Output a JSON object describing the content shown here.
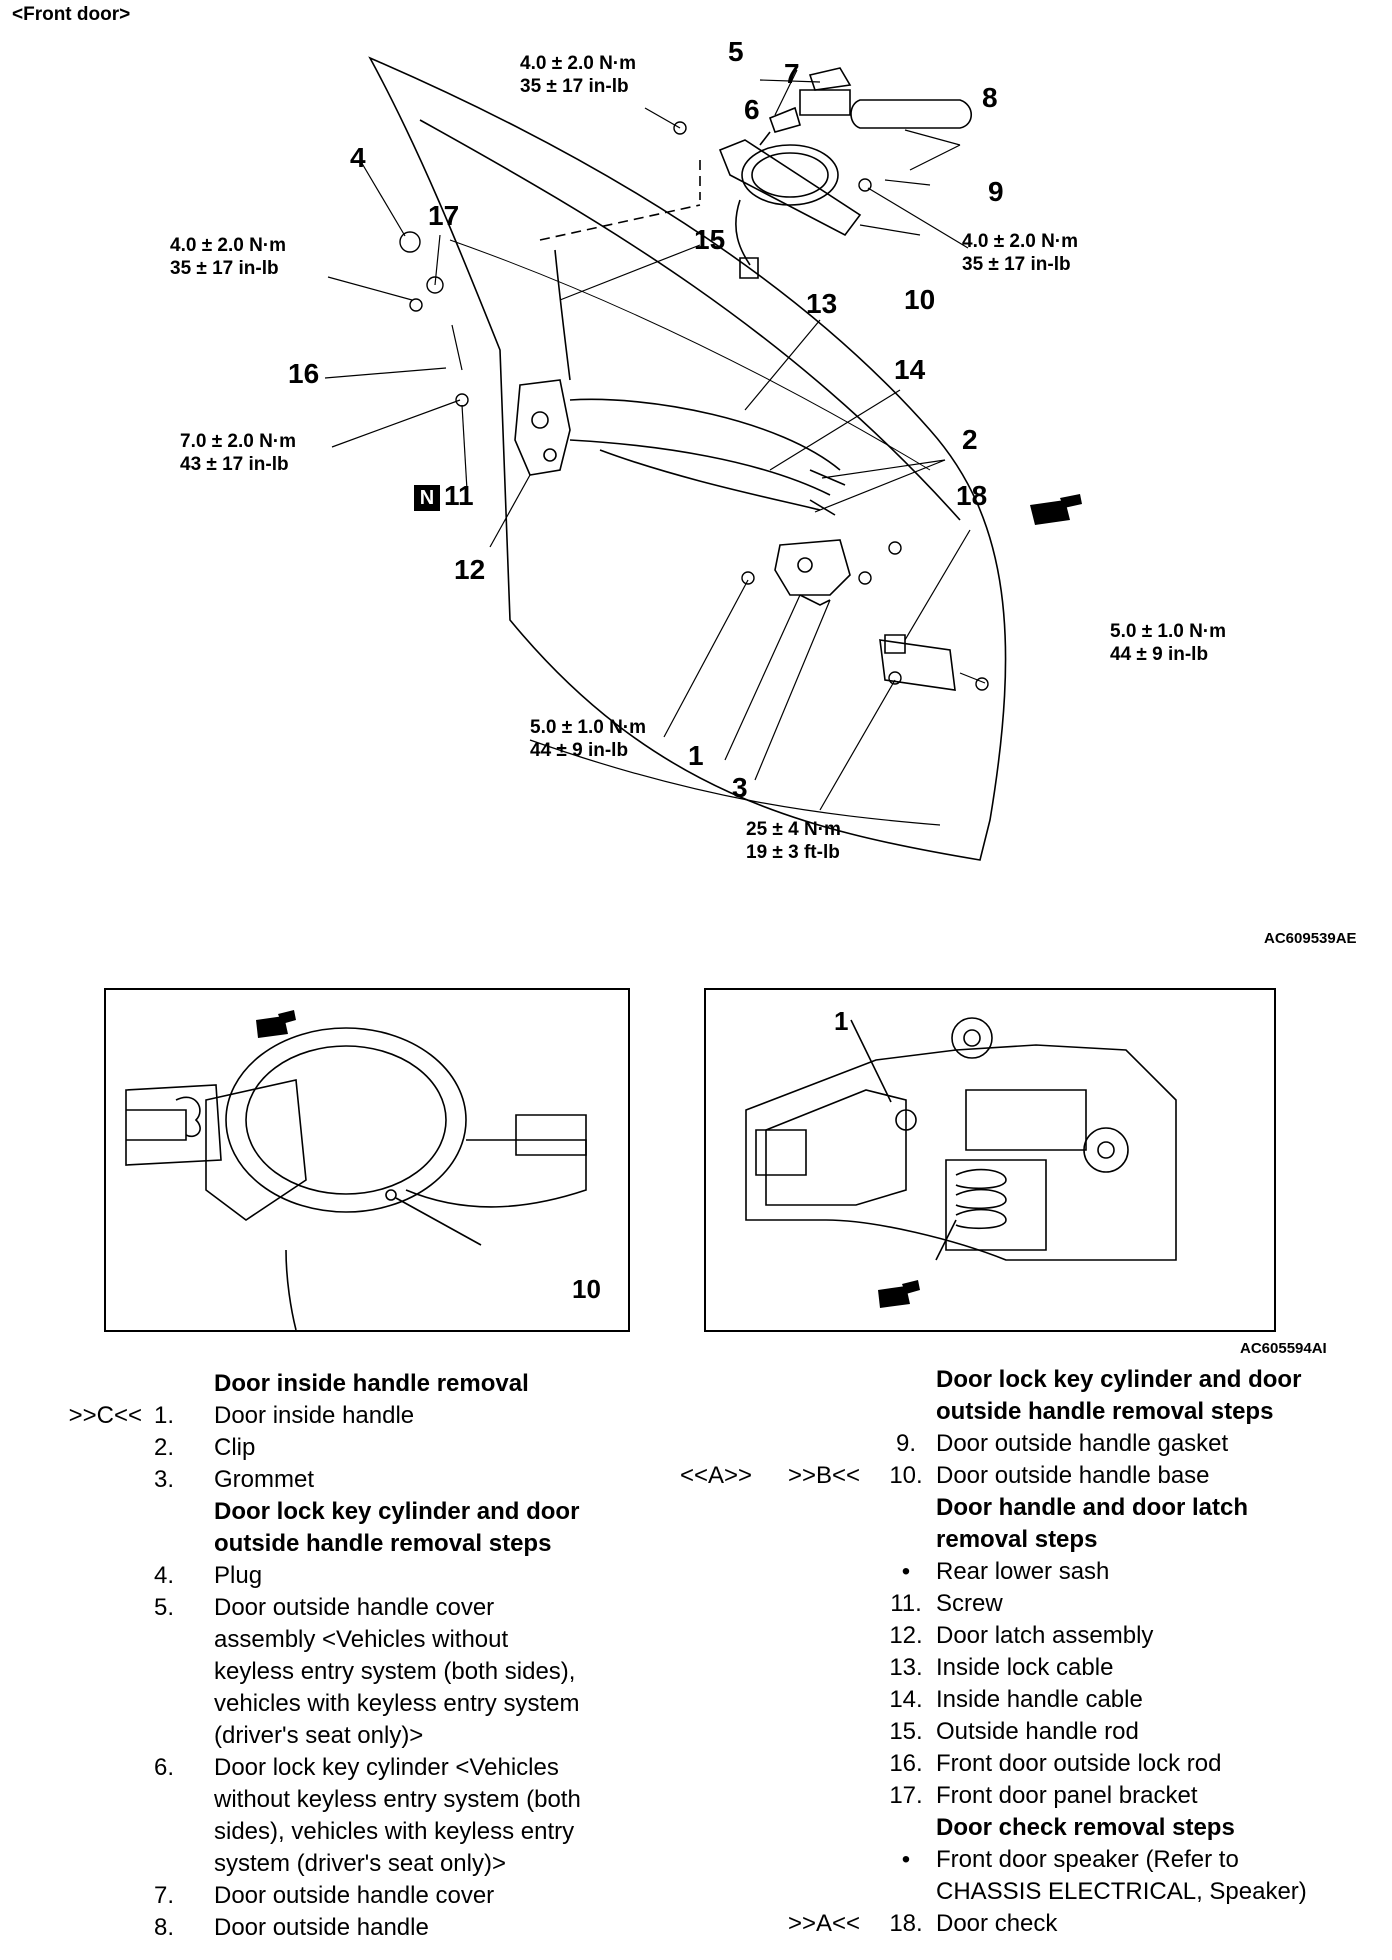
{
  "header": {
    "title": "<Front door>"
  },
  "main_diagram": {
    "code": "AC609539AE",
    "callouts": [
      "1",
      "2",
      "3",
      "4",
      "5",
      "6",
      "7",
      "8",
      "9",
      "10",
      "11",
      "12",
      "13",
      "14",
      "15",
      "16",
      "17",
      "18"
    ],
    "torques": {
      "t6_top": {
        "nm": "4.0 ± 2.0 N·m",
        "imp": "35 ± 17 in-lb"
      },
      "t10": {
        "nm": "4.0 ± 2.0 N·m",
        "imp": "35 ± 17 in-lb"
      },
      "t16": {
        "nm": "4.0 ± 2.0 N·m",
        "imp": "35 ± 17 in-lb"
      },
      "t11": {
        "nm": "7.0 ± 2.0 N·m",
        "imp": "43 ± 17 in-lb"
      },
      "t1": {
        "nm": "5.0 ± 1.0 N·m",
        "imp": "44 ± 9 in-lb"
      },
      "t18": {
        "nm": "5.0 ± 1.0 N·m",
        "imp": "44 ± 9 in-lb"
      },
      "t3": {
        "nm": "25 ± 4 N·m",
        "imp": "19 ± 3 ft-lb"
      }
    },
    "n_badge": "N"
  },
  "insets": {
    "code": "AC605594AI",
    "left_callout": "10",
    "right_callout": "1"
  },
  "legend_left": [
    {
      "mark": "",
      "no": "",
      "text": "Door inside handle removal",
      "bold": true
    },
    {
      "mark": ">>C<<",
      "no": "1.",
      "text": "Door inside handle"
    },
    {
      "mark": "",
      "no": "2.",
      "text": "Clip"
    },
    {
      "mark": "",
      "no": "3.",
      "text": "Grommet"
    },
    {
      "mark": "",
      "no": "",
      "text": "Door lock key cylinder and door",
      "bold": true
    },
    {
      "mark": "",
      "no": "",
      "text": "outside handle removal steps",
      "bold": true
    },
    {
      "mark": "",
      "no": "4.",
      "text": "Plug"
    },
    {
      "mark": "",
      "no": "5.",
      "text": "Door outside handle cover"
    },
    {
      "mark": "",
      "no": "",
      "text": "assembly <Vehicles without"
    },
    {
      "mark": "",
      "no": "",
      "text": "keyless entry system (both sides),"
    },
    {
      "mark": "",
      "no": "",
      "text": "vehicles with keyless entry system"
    },
    {
      "mark": "",
      "no": "",
      "text": "(driver's seat only)>"
    },
    {
      "mark": "",
      "no": "6.",
      "text": "Door lock key cylinder <Vehicles"
    },
    {
      "mark": "",
      "no": "",
      "text": "without keyless entry system (both"
    },
    {
      "mark": "",
      "no": "",
      "text": "sides), vehicles with keyless entry"
    },
    {
      "mark": "",
      "no": "",
      "text": "system (driver's seat only)>"
    },
    {
      "mark": "",
      "no": "7.",
      "text": "Door outside handle cover"
    },
    {
      "mark": "",
      "no": "8.",
      "text": "Door outside handle"
    }
  ],
  "legend_right": [
    {
      "mark1": "",
      "mark2": "",
      "no": "",
      "text": "Door lock key cylinder and door",
      "bold": true
    },
    {
      "mark1": "",
      "mark2": "",
      "no": "",
      "text": "outside handle removal steps",
      "bold": true
    },
    {
      "mark1": "",
      "mark2": "",
      "no": "9.",
      "text": "Door outside handle gasket"
    },
    {
      "mark1": "<<A>>",
      "mark2": ">>B<<",
      "no": "10.",
      "text": "Door outside handle base"
    },
    {
      "mark1": "",
      "mark2": "",
      "no": "",
      "text": "Door handle and door latch",
      "bold": true
    },
    {
      "mark1": "",
      "mark2": "",
      "no": "",
      "text": "removal steps",
      "bold": true
    },
    {
      "mark1": "",
      "mark2": "",
      "no": "•",
      "text": "Rear lower sash"
    },
    {
      "mark1": "",
      "mark2": "",
      "no": "11.",
      "text": "Screw"
    },
    {
      "mark1": "",
      "mark2": "",
      "no": "12.",
      "text": "Door latch assembly"
    },
    {
      "mark1": "",
      "mark2": "",
      "no": "13.",
      "text": "Inside lock cable"
    },
    {
      "mark1": "",
      "mark2": "",
      "no": "14.",
      "text": "Inside handle cable"
    },
    {
      "mark1": "",
      "mark2": "",
      "no": "15.",
      "text": "Outside handle rod"
    },
    {
      "mark1": "",
      "mark2": "",
      "no": "16.",
      "text": "Front door outside lock rod"
    },
    {
      "mark1": "",
      "mark2": "",
      "no": "17.",
      "text": "Front door panel bracket"
    },
    {
      "mark1": "",
      "mark2": "",
      "no": "",
      "text": "Door check removal steps",
      "bold": true
    },
    {
      "mark1": "",
      "mark2": "",
      "no": "•",
      "text": "Front door speaker (Refer to"
    },
    {
      "mark1": "",
      "mark2": "",
      "no": "",
      "text": "CHASSIS ELECTRICAL, Speaker)"
    },
    {
      "mark1": "",
      "mark2": ">>A<<",
      "no": "18.",
      "text": "Door check"
    }
  ]
}
